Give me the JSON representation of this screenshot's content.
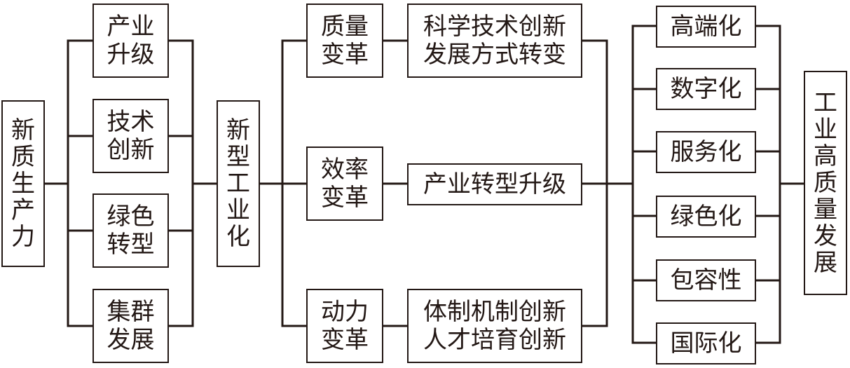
{
  "source": {
    "label": "新\n质\n生\n产\n力"
  },
  "factors": [
    {
      "label": "产业\n升级"
    },
    {
      "label": "技术\n创新"
    },
    {
      "label": "绿色\n转型"
    },
    {
      "label": "集群\n发展"
    }
  ],
  "center": {
    "label": "新\n型\n工\n业\n化"
  },
  "reforms": [
    {
      "label": "质量\n变革"
    },
    {
      "label": "效率\n变革"
    },
    {
      "label": "动力\n变革"
    }
  ],
  "outcomes": [
    {
      "label": "科学技术创新\n发展方式转变"
    },
    {
      "label": "产业转型升级"
    },
    {
      "label": "体制机制创新\n人才培育创新"
    }
  ],
  "features": [
    {
      "label": "高端化"
    },
    {
      "label": "数字化"
    },
    {
      "label": "服务化"
    },
    {
      "label": "绿色化"
    },
    {
      "label": "包容性"
    },
    {
      "label": "国际化"
    }
  ],
  "goal": {
    "label": "工\n业\n高\n质\n量\n发\n展"
  },
  "colors": {
    "line": "#231815",
    "box_border": "#231815",
    "background": "#ffffff"
  }
}
